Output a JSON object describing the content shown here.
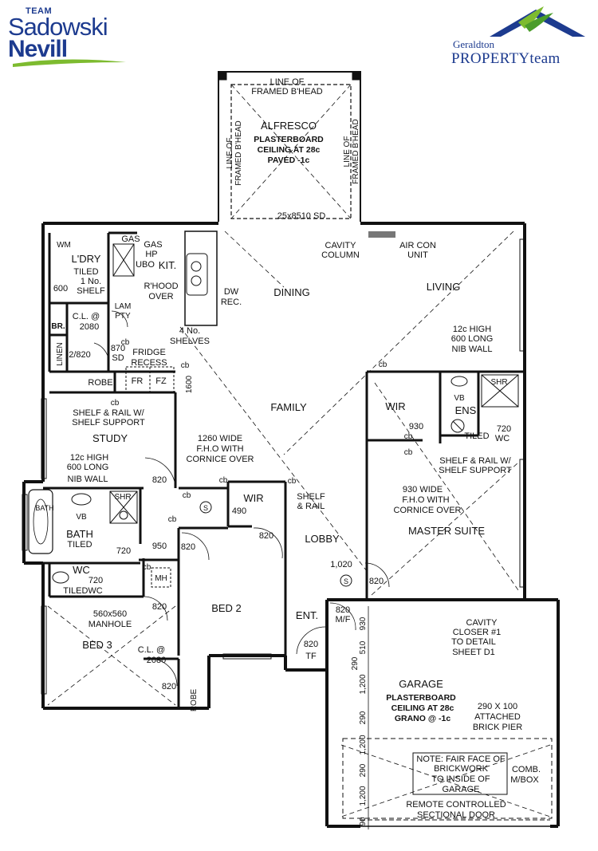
{
  "logos": {
    "left": {
      "team": "TEAM",
      "line1": "Sadowski",
      "line2": "Nevill"
    },
    "right": {
      "town": "Geraldton",
      "brand": "PROPERTYteam"
    }
  },
  "colors": {
    "brand_blue": "#1d3b8f",
    "brand_green": "#7dbb2f",
    "wall": "#111111",
    "beam_grey": "#777777"
  },
  "labels": {
    "alfresco": "ALFRESCO",
    "alfresco_ceiling_1": "PLASTERBOARD",
    "alfresco_ceiling_2": "CEILING AT 28c",
    "alfresco_ceiling_3": "PAVED -1c",
    "line_of_framed_top_1": "LINE OF",
    "line_of_framed_top_2": "FRAMED B'HEAD",
    "line_of_framed_left_1": "LINE OF",
    "line_of_framed_left_2": "FRAMED B'HEAD",
    "line_of_framed_right_1": "LINE OF",
    "line_of_framed_right_2": "FRAMED B'HEAD",
    "sliding_door": "25x8510  SD",
    "cavity_column_1": "CAVITY",
    "cavity_column_2": "COLUMN",
    "air_con_1": "AIR CON",
    "air_con_2": "UNIT",
    "dining": "DINING",
    "living": "LIVING",
    "family": "FAMILY",
    "lobby": "LOBBY",
    "ent": "ENT.",
    "kit": "KIT.",
    "gas": "GAS",
    "hp": "HP",
    "ubo": "UBO",
    "rhood_1": "R'HOOD",
    "rhood_2": "OVER",
    "dw_1": "DW",
    "dw_2": "REC.",
    "lam_pty_1": "LAM",
    "lam_pty_2": "PTY",
    "shelves_1": "4 No.",
    "shelves_2": "SHELVES",
    "fridge_1": "FRIDGE",
    "fridge_2": "RECESS",
    "fr": "FR",
    "fz": "FZ",
    "wm": "WM",
    "ldry": "L'DRY",
    "ldry_tiled": "TILED",
    "ldry_shelf_1": "1 No.",
    "ldry_shelf_2": "SHELF",
    "six_hundred": "600",
    "br": "BR.",
    "cl_2080_1": "C.L. @",
    "cl_2080_2": "2080",
    "linen": "LINEN",
    "door_2_820": "2/820",
    "sd_870_1": "870",
    "sd_870_2": "SD",
    "robe_top": "ROBE",
    "cb": "cb",
    "study_shelf_1": "SHELF & RAIL W/",
    "study_shelf_2": "SHELF SUPPORT",
    "study": "STUDY",
    "nib_1": "12c HIGH",
    "nib_2": "600 LONG",
    "nib_3": "NIB WALL",
    "fho_1": "1260 WIDE",
    "fho_2": "F.H.O WITH",
    "fho_3": "CORNICE OVER",
    "d820": "820",
    "d490": "490",
    "d720": "720",
    "d950": "950",
    "d1020": "1,020",
    "d1600": "1600",
    "wir": "WIR",
    "shelf_rail_1": "SHELF",
    "shelf_rail_2": "& RAIL",
    "bath_tub": "BATH",
    "vb": "VB",
    "shr": "SHR",
    "bath": "BATH",
    "bath_tiled": "TILED",
    "wc": "WC",
    "tiledwc": "TILEDWC",
    "mh": "MH",
    "manhole_1": "560x560",
    "manhole_2": "MANHOLE",
    "bed2": "BED 2",
    "bed3": "BED 3",
    "robe_bottom": "ROBE",
    "cl_bed3_1": "C.L. @",
    "cl_bed3_2": "2080",
    "mf_1": "820",
    "mf_2": "M/F",
    "tf_1": "820",
    "tf_2": "TF",
    "ens_nib_1": "12c HIGH",
    "ens_nib_2": "600 LONG",
    "ens_nib_3": "NIB WALL",
    "ens": "ENS",
    "ens_tiled": "TILED",
    "d930": "930",
    "ms_shelf_1": "SHELF & RAIL W/",
    "ms_shelf_2": "SHELF SUPPORT",
    "ms_fho_1": "930 WIDE",
    "ms_fho_2": "F.H.O WITH",
    "ms_fho_3": "CORNICE OVER",
    "master_suite": "MASTER SUITE",
    "cavity_closer_1": "CAVITY",
    "cavity_closer_2": "CLOSER #1",
    "cavity_closer_3": "TO DETAIL",
    "cavity_closer_4": "SHEET D1",
    "garage": "GARAGE",
    "garage_ceiling_1": "PLASTERBOARD",
    "garage_ceiling_2": "CEILING AT 28c",
    "garage_ceiling_3": "GRANO @ -1c",
    "pier_1": "290 X 100",
    "pier_2": "ATTACHED",
    "pier_3": "BRICK PIER",
    "note_1": "NOTE: FAIR FACE OF",
    "note_2": "BRICKWORK",
    "note_3": "TO INSIDE OF",
    "note_4": "GARAGE",
    "comb_1": "COMB.",
    "comb_2": "M/BOX",
    "door_1": "REMOTE CONTROLLED",
    "door_2": "SECTIONAL DOOR",
    "dim_290": "290",
    "dim_1200": "1,200",
    "dim_510": "510",
    "dim_90": "90",
    "switch": "S"
  }
}
